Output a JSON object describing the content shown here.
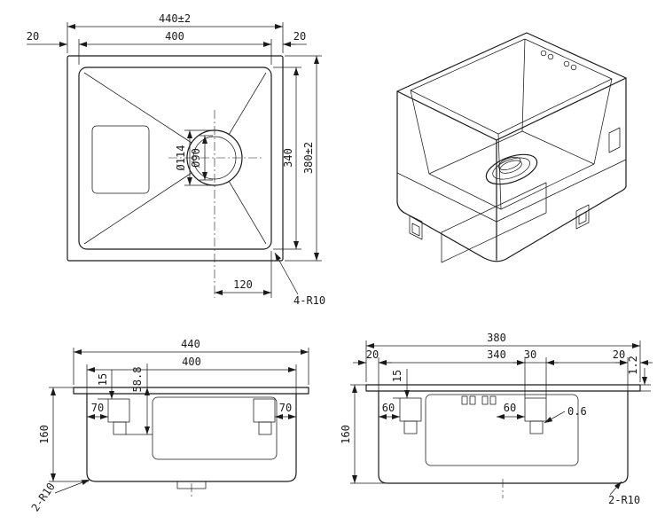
{
  "drawing": {
    "background": "#ffffff",
    "line_color": "#1a1a1a",
    "views": {
      "plan": {
        "dims": {
          "overall_width": "440±2",
          "margin_left": "20",
          "inner_width": "400",
          "margin_right": "20",
          "overall_depth": "380±2",
          "inner_depth": "340",
          "drain_outer_dia": "Ø114",
          "drain_inner_dia": "Ø90",
          "drain_offset": "120",
          "corner_radius": "4-R10"
        }
      },
      "front": {
        "dims": {
          "overall_width": "440",
          "inner_width": "400",
          "rim_to_clip_top": "15",
          "rim_to_clip_bottom": "58.8",
          "clip_offset_left": "70",
          "clip_offset_right": "70",
          "height": "160",
          "bottom_corner_radius": "2-R10"
        }
      },
      "side": {
        "dims": {
          "overall_width": "380",
          "margin_left": "20",
          "rim_to_clip_top": "15",
          "inner_width": "340",
          "clip_width": "30",
          "margin_right": "20",
          "rim_thickness": "1.2",
          "clip_offset_left": "60",
          "clip_offset_right": "60",
          "panel_thickness": "0.6",
          "height": "160",
          "bottom_corner_radius": "2-R10"
        }
      }
    }
  }
}
